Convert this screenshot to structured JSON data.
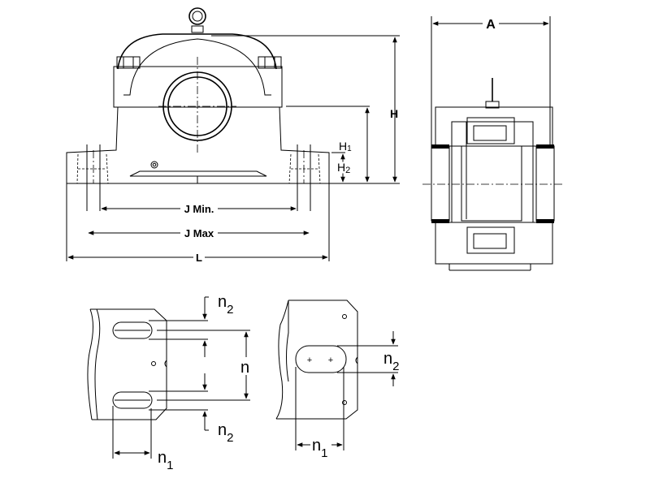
{
  "title": "Pillow block housing dimension diagram",
  "front_view": {
    "labels": {
      "H": "H",
      "H1": "H",
      "H1_sub": "1",
      "H2": "H",
      "H2_sub": "2",
      "J_min": "J Min.",
      "J_max": "J Max",
      "L": "L"
    }
  },
  "section_view": {
    "labels": {
      "A": "A"
    }
  },
  "detail_left": {
    "labels": {
      "n2_top": "n",
      "n2_top_sub": "2",
      "n": "n",
      "n2_bottom": "n",
      "n2_bottom_sub": "2",
      "n1": "n",
      "n1_sub": "1"
    }
  },
  "detail_right": {
    "labels": {
      "n2": "n",
      "n2_sub": "2",
      "n1": "n",
      "n1_sub": "1"
    }
  }
}
